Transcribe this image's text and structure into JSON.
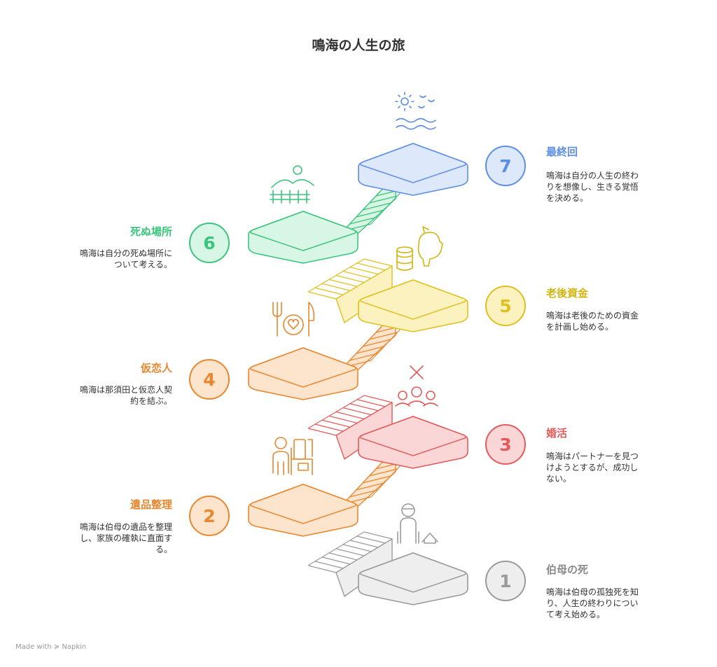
{
  "title": "鳴海の人生の旅",
  "credit": "Made with ≽ Napkin",
  "steps": [
    {
      "number": "1",
      "title": "伯母の死",
      "desc": "鳴海は伯母の孤独死を知\nり、人生の終わりについ\nて考え始める。",
      "color": "#9a9a9a",
      "fill": "#eeeeee",
      "icon": "grave-person-house-icon"
    },
    {
      "number": "2",
      "title": "遺品整理",
      "desc": "鳴海は伯母の遺品を整理\nし、家族の確執に直面す\nる。",
      "color": "#e8872f",
      "fill": "#fde4cc",
      "icon": "person-belongings-icon"
    },
    {
      "number": "3",
      "title": "婚活",
      "desc": "鳴海はパートナーを見つ\nけようとするが、成功し\nない。",
      "color": "#e35b5b",
      "fill": "#fbd6d6",
      "icon": "people-cross-icon"
    },
    {
      "number": "4",
      "title": "仮恋人",
      "desc": "鳴海は那須田と仮恋人契\n約を結ぶ。",
      "color": "#e8872f",
      "fill": "#fde4cc",
      "icon": "fork-heart-knife-icon"
    },
    {
      "number": "5",
      "title": "老後資金",
      "desc": "鳴海は老後のための資金\nを計画し始める。",
      "color": "#e0c020",
      "fill": "#fbf2c0",
      "icon": "coins-piggybank-icon"
    },
    {
      "number": "6",
      "title": "死ぬ場所",
      "desc": "鳴海は自分の死ぬ場所に\nついて考える。",
      "color": "#3cc47c",
      "fill": "#d8f6e6",
      "icon": "landscape-fence-icon"
    },
    {
      "number": "7",
      "title": "最終回",
      "desc": "鳴海は自分の人生の終わ\nりを想像し、生きる覚悟\nを決める。",
      "color": "#5b8ee6",
      "fill": "#dde8fb",
      "icon": "sun-sea-icon"
    }
  ]
}
